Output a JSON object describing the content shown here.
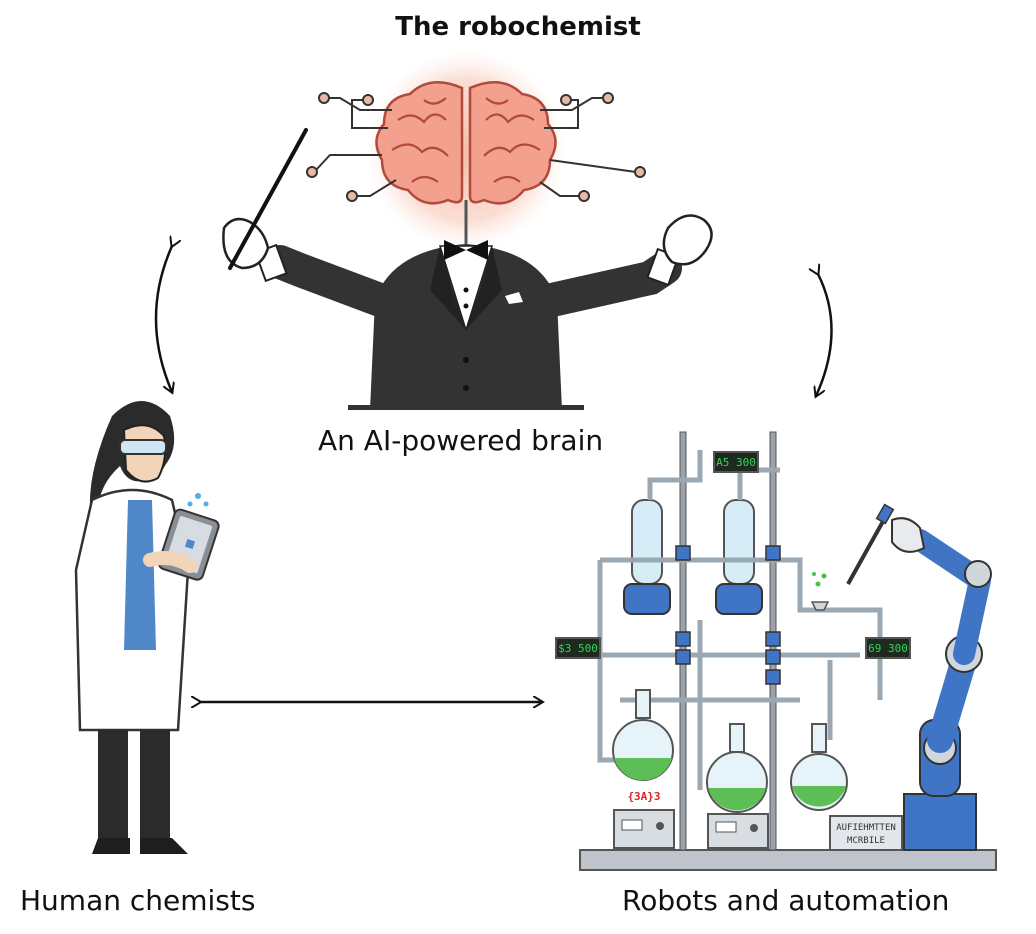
{
  "title": "The robochemist",
  "nodes": {
    "brain": {
      "label": "An AI-powered brain"
    },
    "human": {
      "label": "Human chemists"
    },
    "robot": {
      "label": "Robots and automation"
    }
  },
  "lab_displays": {
    "top": "A5 300",
    "left": "$3 500",
    "right": "69 300",
    "flask_tag": "{3A}3",
    "module": [
      "AUFIEHMTTEN",
      "MCRBILE"
    ]
  }
}
